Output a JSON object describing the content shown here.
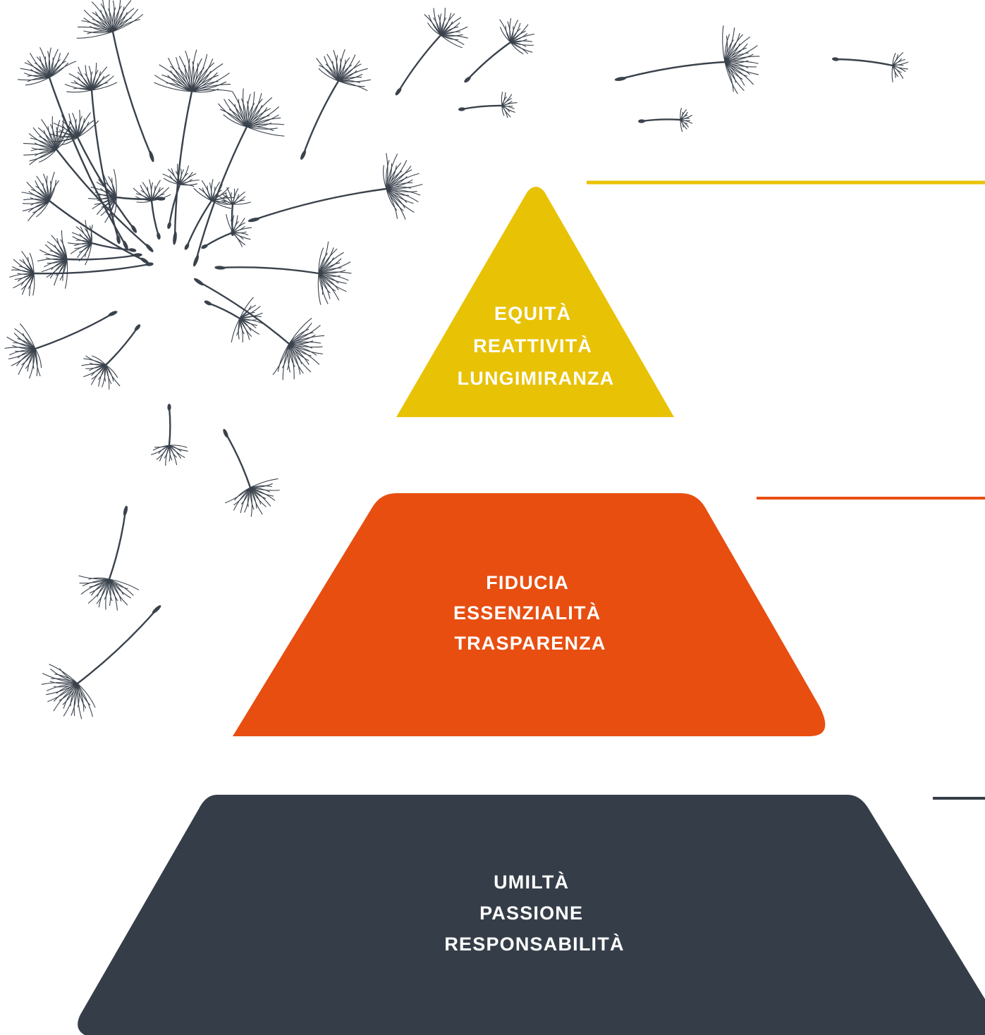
{
  "colors": {
    "top": "#E8C204",
    "middle": "#E84E10",
    "bottom": "#353E48",
    "seeds": "#3A424C",
    "background": "#FFFFFF"
  },
  "pyramid": {
    "top": {
      "lines": [
        "EQUITÀ",
        "REATTIVITÀ",
        "LUNGIMIRANZA"
      ]
    },
    "middle": {
      "lines": [
        "FIDUCIA",
        "ESSENZIALITÀ",
        "TRASPARENZA"
      ]
    },
    "bottom": {
      "lines": [
        "UMILTÀ",
        "PASSIONE",
        "RESPONSABILITÀ"
      ]
    }
  },
  "decoration": {
    "icon": "dandelion-seeds-illustration"
  }
}
